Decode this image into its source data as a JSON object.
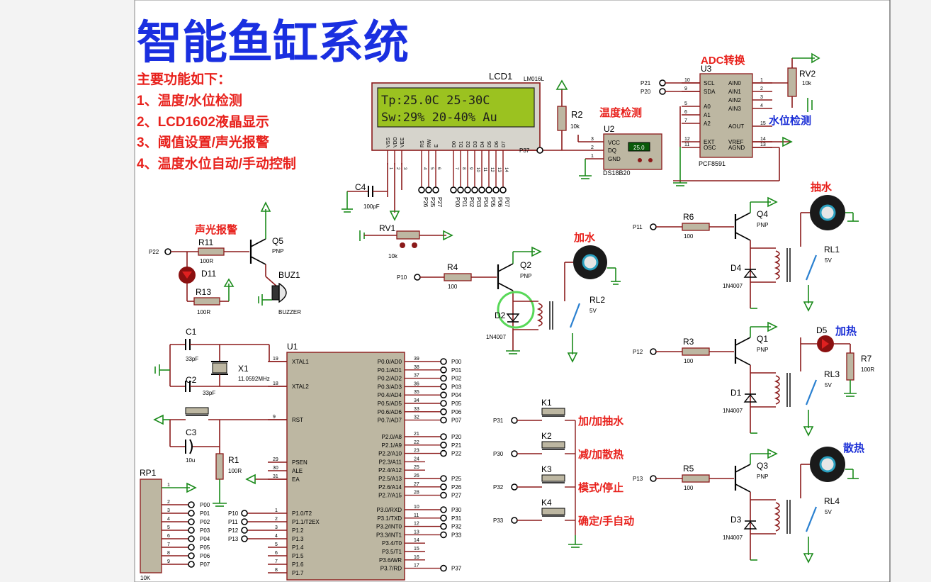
{
  "title": "智能鱼缸系统",
  "features": {
    "heading": "主要功能如下：",
    "items": [
      "1、温度/水位检测",
      "2、LCD1602液晶显示",
      "3、阈值设置/声光报警",
      "4、温度水位自动/手动控制"
    ]
  },
  "sections": {
    "adc": "ADC转换",
    "temp": "温度检测",
    "water_level": "水位检测",
    "alarm": "声光报警",
    "add_water": "加水",
    "pump_out": "抽水",
    "heat": "加热",
    "cool": "散热"
  },
  "lcd": {
    "ref": "LCD1",
    "model": "LM016L",
    "line1": "Tp:25.0C  25-30C",
    "line2": "Sw:29% 20-40% Au",
    "pins": [
      "VSS",
      "VDD",
      "VEE",
      "RS",
      "RW",
      "E",
      "D0",
      "D1",
      "D2",
      "D3",
      "D4",
      "D5",
      "D6",
      "D7"
    ],
    "ports": [
      "P26",
      "P25",
      "P27",
      "P00",
      "P01",
      "P02",
      "P03",
      "P04",
      "P05",
      "P06",
      "P07"
    ]
  },
  "u2": {
    "ref": "U2",
    "model": "DS18B20",
    "value": "25.0",
    "pins": [
      "VCC",
      "DQ",
      "GND"
    ],
    "port": "P37"
  },
  "u3": {
    "ref": "U3",
    "model": "PCF8591",
    "left_pins": [
      "SCL",
      "SDA",
      "A0",
      "A1",
      "A2",
      "EXT",
      "OSC"
    ],
    "right_pins": [
      "AIN0",
      "AIN1",
      "AIN2",
      "AIN3",
      "AOUT",
      "VREF",
      "AGND"
    ],
    "left_nums": [
      "10",
      "9",
      "5",
      "6",
      "7",
      "12",
      "11"
    ],
    "right_nums": [
      "1",
      "2",
      "3",
      "4",
      "15",
      "14",
      "13"
    ],
    "ports": [
      "P21",
      "P20"
    ]
  },
  "rv2": {
    "ref": "RV2",
    "value": "10k"
  },
  "r2": {
    "ref": "R2",
    "value": "10k"
  },
  "c4": {
    "ref": "C4",
    "value": "100pF"
  },
  "rv1": {
    "ref": "RV1",
    "value": "10k"
  },
  "alarm_circuit": {
    "port": "P22",
    "r11": "R11",
    "r11v": "100R",
    "d11": "D11",
    "r13": "R13",
    "r13v": "100R",
    "q5": "Q5",
    "q5t": "PNP",
    "buz": "BUZ1",
    "buzt": "BUZZER"
  },
  "add_water_circuit": {
    "port": "P10",
    "r": "R4",
    "rv": "100",
    "q": "Q2",
    "qt": "PNP",
    "d": "D2",
    "dt": "1N4007",
    "rl": "RL2",
    "rlv": "5V"
  },
  "pump_circuit": {
    "port": "P11",
    "r": "R6",
    "rv": "100",
    "q": "Q4",
    "qt": "PNP",
    "d": "D4",
    "dt": "1N4007",
    "rl": "RL1",
    "rlv": "5V"
  },
  "heat_circuit": {
    "port": "P12",
    "r": "R3",
    "rv": "100",
    "q": "Q1",
    "qt": "PNP",
    "d": "D1",
    "dt": "1N4007",
    "rl": "RL3",
    "rlv": "5V",
    "led": "D5",
    "r7": "R7",
    "r7v": "100R"
  },
  "cool_circuit": {
    "port": "P13",
    "r": "R5",
    "rv": "100",
    "q": "Q3",
    "qt": "PNP",
    "d": "D3",
    "dt": "1N4007",
    "rl": "RL4",
    "rlv": "5V"
  },
  "crystal": {
    "c1": "C1",
    "c1v": "33pF",
    "c2": "C2",
    "c2v": "33pF",
    "x1": "X1",
    "x1v": "11.0592MHz"
  },
  "reset": {
    "c3": "C3",
    "c3v": "10u",
    "r1": "R1",
    "r1v": "100R"
  },
  "rp1": {
    "ref": "RP1",
    "value": "10K",
    "pins": [
      "P00",
      "P01",
      "P02",
      "P03",
      "P04",
      "P05",
      "P06",
      "P07"
    ]
  },
  "mcu": {
    "ref": "U1",
    "left_top": [
      {
        "num": "19",
        "name": "XTAL1"
      },
      {
        "num": "18",
        "name": "XTAL2"
      },
      {
        "num": "9",
        "name": "RST"
      },
      {
        "num": "29",
        "name": "PSEN"
      },
      {
        "num": "30",
        "name": "ALE"
      },
      {
        "num": "31",
        "name": "EA"
      }
    ],
    "p1": [
      {
        "num": "1",
        "name": "P1.0/T2",
        "port": "P10"
      },
      {
        "num": "2",
        "name": "P1.1/T2EX",
        "port": "P11"
      },
      {
        "num": "3",
        "name": "P1.2",
        "port": "P12"
      },
      {
        "num": "4",
        "name": "P1.3",
        "port": "P13"
      },
      {
        "num": "5",
        "name": "P1.4",
        "port": ""
      },
      {
        "num": "6",
        "name": "P1.5",
        "port": ""
      },
      {
        "num": "7",
        "name": "P1.6",
        "port": ""
      },
      {
        "num": "8",
        "name": "P1.7",
        "port": ""
      }
    ],
    "p0": [
      {
        "num": "39",
        "name": "P0.0/AD0",
        "port": "P00"
      },
      {
        "num": "38",
        "name": "P0.1/AD1",
        "port": "P01"
      },
      {
        "num": "37",
        "name": "P0.2/AD2",
        "port": "P02"
      },
      {
        "num": "36",
        "name": "P0.3/AD3",
        "port": "P03"
      },
      {
        "num": "35",
        "name": "P0.4/AD4",
        "port": "P04"
      },
      {
        "num": "34",
        "name": "P0.5/AD5",
        "port": "P05"
      },
      {
        "num": "33",
        "name": "P0.6/AD6",
        "port": "P06"
      },
      {
        "num": "32",
        "name": "P0.7/AD7",
        "port": "P07"
      }
    ],
    "p2": [
      {
        "num": "21",
        "name": "P2.0/A8",
        "port": "P20"
      },
      {
        "num": "22",
        "name": "P2.1/A9",
        "port": "P21"
      },
      {
        "num": "23",
        "name": "P2.2/A10",
        "port": "P22"
      },
      {
        "num": "24",
        "name": "P2.3/A11",
        "port": ""
      },
      {
        "num": "25",
        "name": "P2.4/A12",
        "port": ""
      },
      {
        "num": "26",
        "name": "P2.5/A13",
        "port": "P25"
      },
      {
        "num": "27",
        "name": "P2.6/A14",
        "port": "P26"
      },
      {
        "num": "28",
        "name": "P2.7/A15",
        "port": "P27"
      }
    ],
    "p3": [
      {
        "num": "10",
        "name": "P3.0/RXD",
        "port": "P30"
      },
      {
        "num": "11",
        "name": "P3.1/TXD",
        "port": "P31"
      },
      {
        "num": "12",
        "name": "P3.2/INT0",
        "port": "P32"
      },
      {
        "num": "13",
        "name": "P3.3/INT1",
        "port": "P33"
      },
      {
        "num": "14",
        "name": "P3.4/T0",
        "port": ""
      },
      {
        "num": "15",
        "name": "P3.5/T1",
        "port": ""
      },
      {
        "num": "16",
        "name": "P3.6/WR",
        "port": ""
      },
      {
        "num": "17",
        "name": "P3.7/RD",
        "port": "P37"
      }
    ]
  },
  "keys": [
    {
      "ref": "K1",
      "port": "P31",
      "label": "加/加抽水"
    },
    {
      "ref": "K2",
      "port": "P30",
      "label": "减/加散热"
    },
    {
      "ref": "K3",
      "port": "P32",
      "label": "模式/停止"
    },
    {
      "ref": "K4",
      "port": "P33",
      "label": "确定/手自动"
    }
  ]
}
